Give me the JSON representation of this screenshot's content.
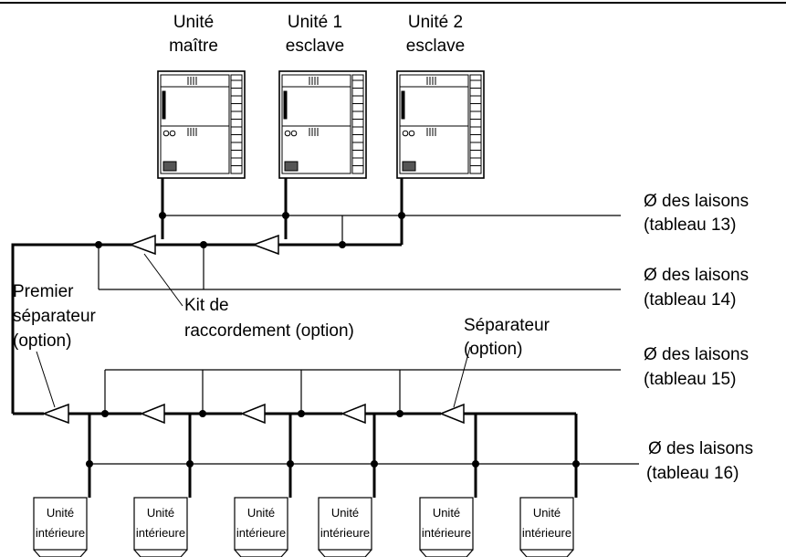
{
  "outdoor_units": [
    {
      "line1": "Unité",
      "line2": "maître"
    },
    {
      "line1": "Unité 1",
      "line2": "esclave"
    },
    {
      "line1": "Unité 2",
      "line2": "esclave"
    }
  ],
  "pipe_labels": [
    {
      "line1": "Ø des laisons",
      "line2": "(tableau 13)"
    },
    {
      "line1": "Ø des laisons",
      "line2": "(tableau 14)"
    },
    {
      "line1": "Ø des laisons",
      "line2": "(tableau 15)"
    },
    {
      "line1": "Ø des laisons",
      "line2": "(tableau 16)"
    }
  ],
  "annotations": {
    "first_separator": {
      "line1": "Premier",
      "line2": "séparateur",
      "line3": "(option)"
    },
    "kit": {
      "line1": "Kit de",
      "line2": "raccordement (option)"
    },
    "separator": {
      "line1": "Séparateur",
      "line2": "(option)"
    }
  },
  "indoor_units": [
    {
      "line1": "Unité",
      "line2": "intérieure"
    },
    {
      "line1": "Unité",
      "line2": "intérieure"
    },
    {
      "line1": "Unité",
      "line2": "intérieure"
    },
    {
      "line1": "Unité",
      "line2": "intérieure"
    },
    {
      "line1": "Unité",
      "line2": "intérieure"
    },
    {
      "line1": "Unité",
      "line2": "intérieure"
    }
  ]
}
